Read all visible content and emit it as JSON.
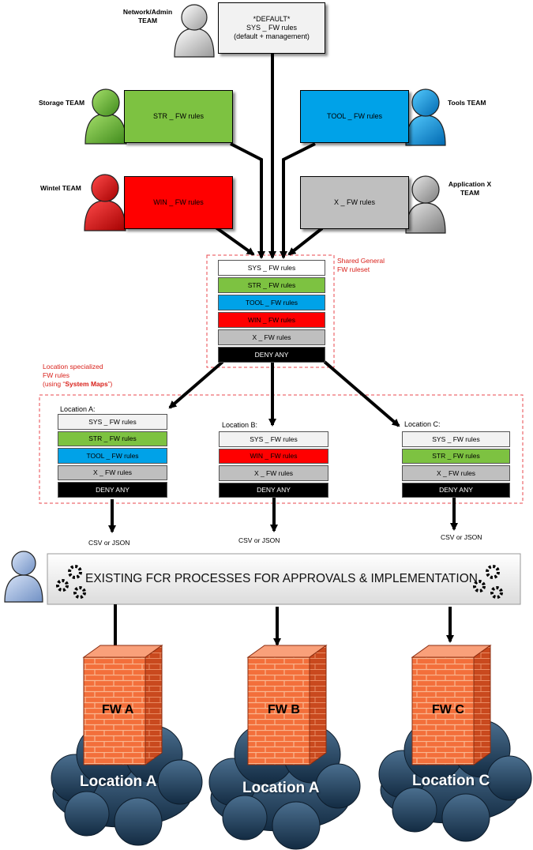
{
  "teams": {
    "network": {
      "name": "Network/Admin\nTEAM",
      "box_line1": "*DEFAULT*",
      "box_line2": "SYS _ FW rules",
      "box_line3": "(default + management)"
    },
    "storage": {
      "name": "Storage TEAM",
      "box": "STR _ FW rules"
    },
    "tools": {
      "name": "Tools TEAM",
      "box": "TOOL _ FW rules"
    },
    "wintel": {
      "name": "Wintel TEAM",
      "box": "WIN _ FW rules"
    },
    "appx": {
      "name": "Application X\nTEAM",
      "box": "X _ FW rules"
    }
  },
  "shared": {
    "label": "Shared General\nFW ruleset",
    "rows": [
      {
        "text": "SYS _ FW rules",
        "color": "#ffffff",
        "fg": "#000000"
      },
      {
        "text": "STR _ FW rules",
        "color": "#7dc241",
        "fg": "#000000"
      },
      {
        "text": "TOOL _ FW rules",
        "color": "#00a2e8",
        "fg": "#000000"
      },
      {
        "text": "WIN _ FW rules",
        "color": "#ff0000",
        "fg": "#000000"
      },
      {
        "text": "X _ FW rules",
        "color": "#bfbfbf",
        "fg": "#000000"
      },
      {
        "text": "DENY ANY",
        "color": "#000000",
        "fg": "#ffffff"
      }
    ]
  },
  "location_note": {
    "line1": "Location specialized",
    "line2": "FW rules",
    "line3_pre": "(using “",
    "line3_bold": "System Maps",
    "line3_post": "”)"
  },
  "locations": [
    {
      "title": "Location A:",
      "rows": [
        {
          "text": "SYS _ FW rules",
          "color": "#f2f2f2",
          "fg": "#000000"
        },
        {
          "text": "STR _ FW rules",
          "color": "#7dc241",
          "fg": "#000000"
        },
        {
          "text": "TOOL _ FW rules",
          "color": "#00a2e8",
          "fg": "#000000"
        },
        {
          "text": "X _ FW rules",
          "color": "#bfbfbf",
          "fg": "#000000"
        },
        {
          "text": "DENY ANY",
          "color": "#000000",
          "fg": "#ffffff"
        }
      ],
      "output": "CSV or JSON"
    },
    {
      "title": "Location B:",
      "rows": [
        {
          "text": "SYS _ FW rules",
          "color": "#f2f2f2",
          "fg": "#000000"
        },
        {
          "text": "WIN _ FW rules",
          "color": "#ff0000",
          "fg": "#000000"
        },
        {
          "text": "X _ FW rules",
          "color": "#bfbfbf",
          "fg": "#000000"
        },
        {
          "text": "DENY ANY",
          "color": "#000000",
          "fg": "#ffffff"
        }
      ],
      "output": "CSV or JSON"
    },
    {
      "title": "Location C:",
      "rows": [
        {
          "text": "SYS _ FW rules",
          "color": "#f2f2f2",
          "fg": "#000000"
        },
        {
          "text": "STR _ FW rules",
          "color": "#7dc241",
          "fg": "#000000"
        },
        {
          "text": "X _ FW rules",
          "color": "#bfbfbf",
          "fg": "#000000"
        },
        {
          "text": "DENY ANY",
          "color": "#000000",
          "fg": "#ffffff"
        }
      ],
      "output": "CSV or JSON"
    }
  ],
  "process": {
    "label": "EXISTING FCR PROCESSES FOR APPROVALS & IMPLEMENTATION"
  },
  "firewalls": [
    {
      "label": "FW A",
      "cloud": "Location A"
    },
    {
      "label": "FW B",
      "cloud": "Location A"
    },
    {
      "label": "FW C",
      "cloud": "Location C"
    }
  ],
  "colors": {
    "dashed_border": "#e8474d",
    "red_text": "#d9211b",
    "brick": "#f26522",
    "cloud": "#2b4a66"
  }
}
